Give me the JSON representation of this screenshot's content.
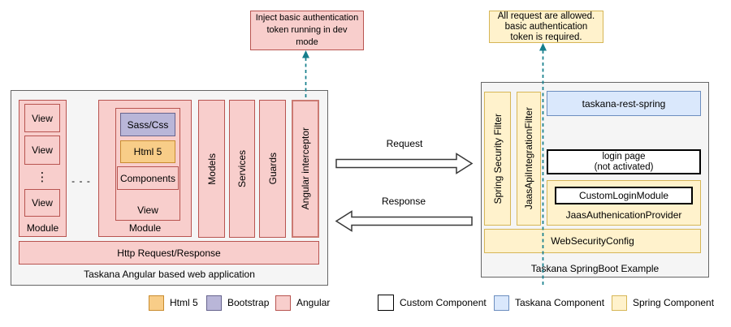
{
  "diagram": {
    "annotation_left": "Inject basic authentication\ntoken running in dev\nmode",
    "annotation_right": "All request are allowed.\nbasic authentication\ntoken is required.",
    "angular_app": {
      "title": "Taskana Angular based web application",
      "module_left": {
        "views": [
          "View",
          "View",
          "View"
        ],
        "ellipsis": "⋮",
        "label": "Module"
      },
      "modules_gap": "- - -",
      "module_right": {
        "label": "Module",
        "view": {
          "label": "View",
          "sass": "Sass/Css",
          "html": "Html 5",
          "components": "Components"
        }
      },
      "bars": [
        "Models",
        "Services",
        "Guards",
        "Angular interceptor"
      ],
      "http_bar": "Http Request/Response"
    },
    "arrows": {
      "request": "Request",
      "response": "Response"
    },
    "springboot_app": {
      "title": "Taskana SpringBoot Example",
      "filters": [
        "Spring Security Filter",
        "JaasApiIntegrationFilter"
      ],
      "rest": "taskana-rest-spring",
      "login_page": "login page\n(not activated)",
      "auth_provider": {
        "label": "JaasAuthenicationProvider",
        "module": "CustomLoginModule"
      },
      "web_security": "WebSecurityConfig"
    }
  },
  "legend": [
    {
      "label": "Html 5",
      "fill": "#f8cd88",
      "border": "#c98c2f"
    },
    {
      "label": "Bootstrap",
      "fill": "#b9b6d8",
      "border": "#67648e"
    },
    {
      "label": "Angular",
      "fill": "#f8cecc",
      "border": "#b85450"
    },
    {
      "label": "Custom Component",
      "fill": "#ffffff",
      "border": "#000000"
    },
    {
      "label": "Taskana Component",
      "fill": "#dae8fc",
      "border": "#6c8ebf"
    },
    {
      "label": "Spring Component",
      "fill": "#fff2cc",
      "border": "#d6b656"
    }
  ],
  "colors": {
    "angular_fill": "#f8cecc",
    "angular_border": "#b85450",
    "spring_fill": "#fff2cc",
    "spring_border": "#d6b656",
    "taskana_fill": "#dae8fc",
    "taskana_border": "#6c8ebf",
    "container_fill": "#f5f5f5",
    "container_border": "#666666",
    "connector_teal": "#157e8c"
  }
}
